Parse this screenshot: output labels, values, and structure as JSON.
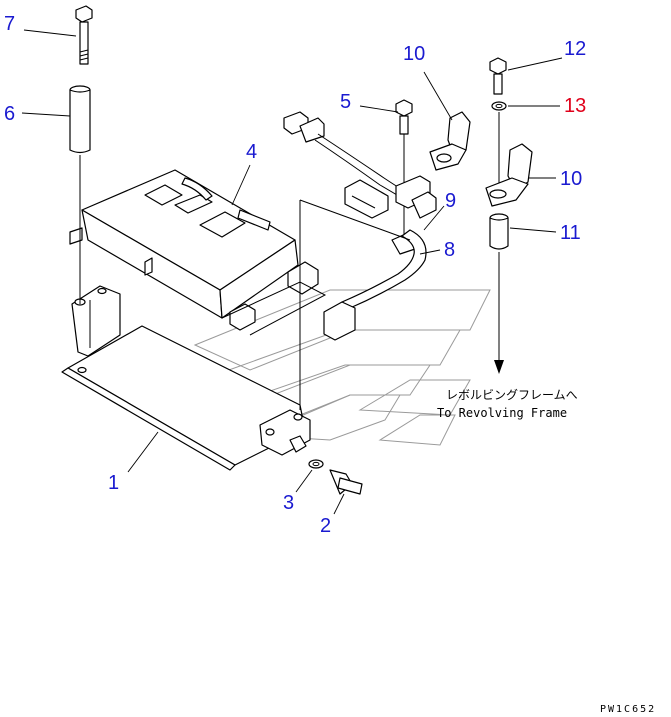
{
  "callouts": {
    "c1": "1",
    "c2": "2",
    "c3": "3",
    "c4": "4",
    "c5": "5",
    "c6": "6",
    "c7": "7",
    "c8": "8",
    "c9": "9",
    "c10a": "10",
    "c10b": "10",
    "c11": "11",
    "c12": "12",
    "c13": "13"
  },
  "note": {
    "japanese": "レボルビングフレームへ",
    "english": "To Revolving Frame"
  },
  "drawing_code": "PW1C652",
  "colors": {
    "callout_blue": "#1a1ad0",
    "callout_red": "#e0001a"
  }
}
